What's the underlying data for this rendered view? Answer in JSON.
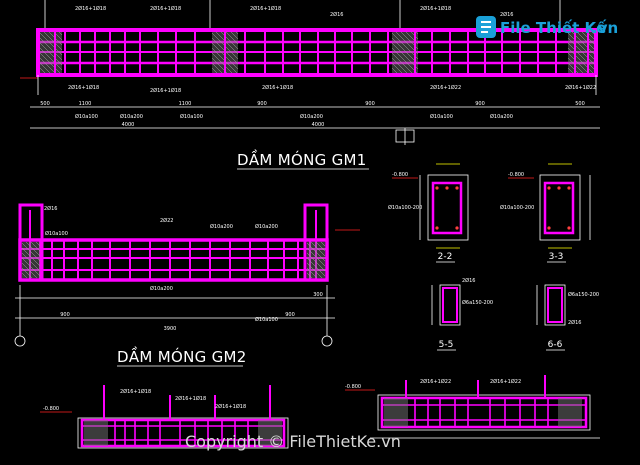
{
  "drawing": {
    "title_gm1": "DẦM MÓNG GM1",
    "title_gm2": "DẦM MÓNG GM2",
    "sections": [
      "2-2",
      "3-3",
      "5-5",
      "6-6"
    ],
    "top_labels": [
      "2Ø16+1Ø18",
      "2Ø16+1Ø18",
      "2Ø16+1Ø18",
      "2Ø16+1Ø18",
      "2Ø16",
      "2Ø16"
    ],
    "bottom_labels": [
      "2Ø16+1Ø18",
      "2Ø16+1Ø18",
      "2Ø16+1Ø18",
      "2Ø16+1Ø22",
      "2Ø16+1Ø22"
    ],
    "stirrup_labels_gm1": [
      "Ø10a100",
      "Ø10a200",
      "Ø10a100",
      "Ø10a200",
      "Ø10a100",
      "Ø10a200"
    ],
    "dims_gm1": [
      "500",
      "1100",
      "1100",
      "900",
      "900",
      "900",
      "500"
    ],
    "spans_gm1": [
      "4000",
      "4000"
    ],
    "gm2_top_labels": [
      "2Ø16",
      "2Ø22",
      "Ø10a200",
      "Ø10a200"
    ],
    "stirrup_labels_gm2": [
      "Ø10a100",
      "Ø10a200",
      "Ø10a100"
    ],
    "dims_gm2": [
      "900",
      "900",
      "300"
    ],
    "span_gm2": "3900",
    "levels": [
      "-0.800",
      "-0.800",
      "-0.800",
      "-0.800"
    ],
    "section_labels": [
      "Ø10a100-200",
      "Ø10a100-200",
      "Ø6a150-200",
      "Ø6a150-200",
      "2Ø16",
      "2Ø16"
    ]
  },
  "watermark": {
    "brand": "File Thiết Kế",
    "brand_suffix": ".vn",
    "copyright": "Copyright © FileThietKe.vn"
  },
  "colors": {
    "background": "#000000",
    "rebar": "#ff00ff",
    "dimension": "#ffffff",
    "cut_marker": "#ffff00",
    "brand": "#1aa0d8"
  }
}
